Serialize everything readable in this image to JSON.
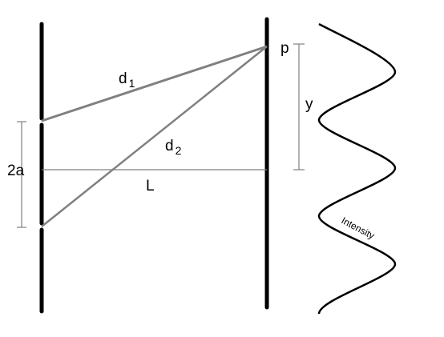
{
  "labels": {
    "d1_main": "d",
    "d1_sub": "1",
    "d2_main": "d",
    "d2_sub": "2",
    "p": "p",
    "y": "y",
    "two_a": "2a",
    "L": "L",
    "intensity": "Intensity"
  },
  "colors": {
    "wall": "#000000",
    "ray": "#808080",
    "guide": "#808080",
    "curve": "#000000"
  }
}
